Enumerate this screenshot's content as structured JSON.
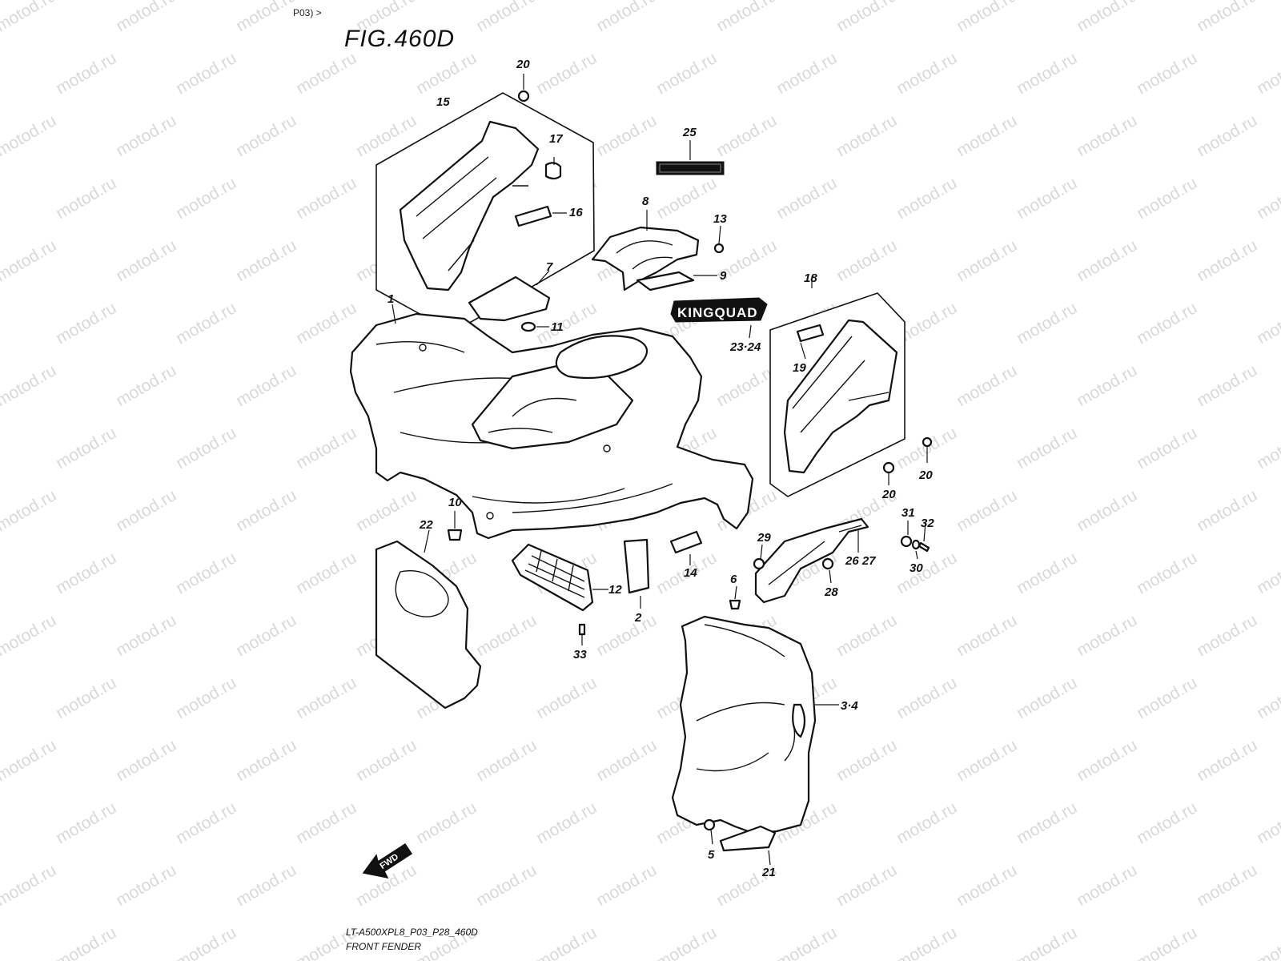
{
  "header": {
    "breadcrumb": "P03) >",
    "figure_title": "FIG.460D"
  },
  "watermark": {
    "text": "motod.ru"
  },
  "emblems": {
    "kingquad": "KINGQUAD",
    "fwd": "FWD"
  },
  "callouts": {
    "c1": "1",
    "c2": "2",
    "c34": "3·4",
    "c5": "5",
    "c6": "6",
    "c7": "7",
    "c8": "8",
    "c9": "9",
    "c10": "10",
    "c11": "11",
    "c12": "12",
    "c13": "13",
    "c14": "14",
    "c15": "15",
    "c16": "16",
    "c17": "17",
    "c18": "18",
    "c19": "19",
    "c20a": "20",
    "c20b": "20",
    "c20c": "20",
    "c21": "21",
    "c22": "22",
    "c2324": "23·24",
    "c25": "25",
    "c2627": "26 27",
    "c28": "28",
    "c29": "29",
    "c30": "30",
    "c31": "31",
    "c32": "32",
    "c33": "33"
  },
  "footer": {
    "model_code": "LT-A500XPL8_P03_P28_460D",
    "caption": "FRONT FENDER"
  }
}
